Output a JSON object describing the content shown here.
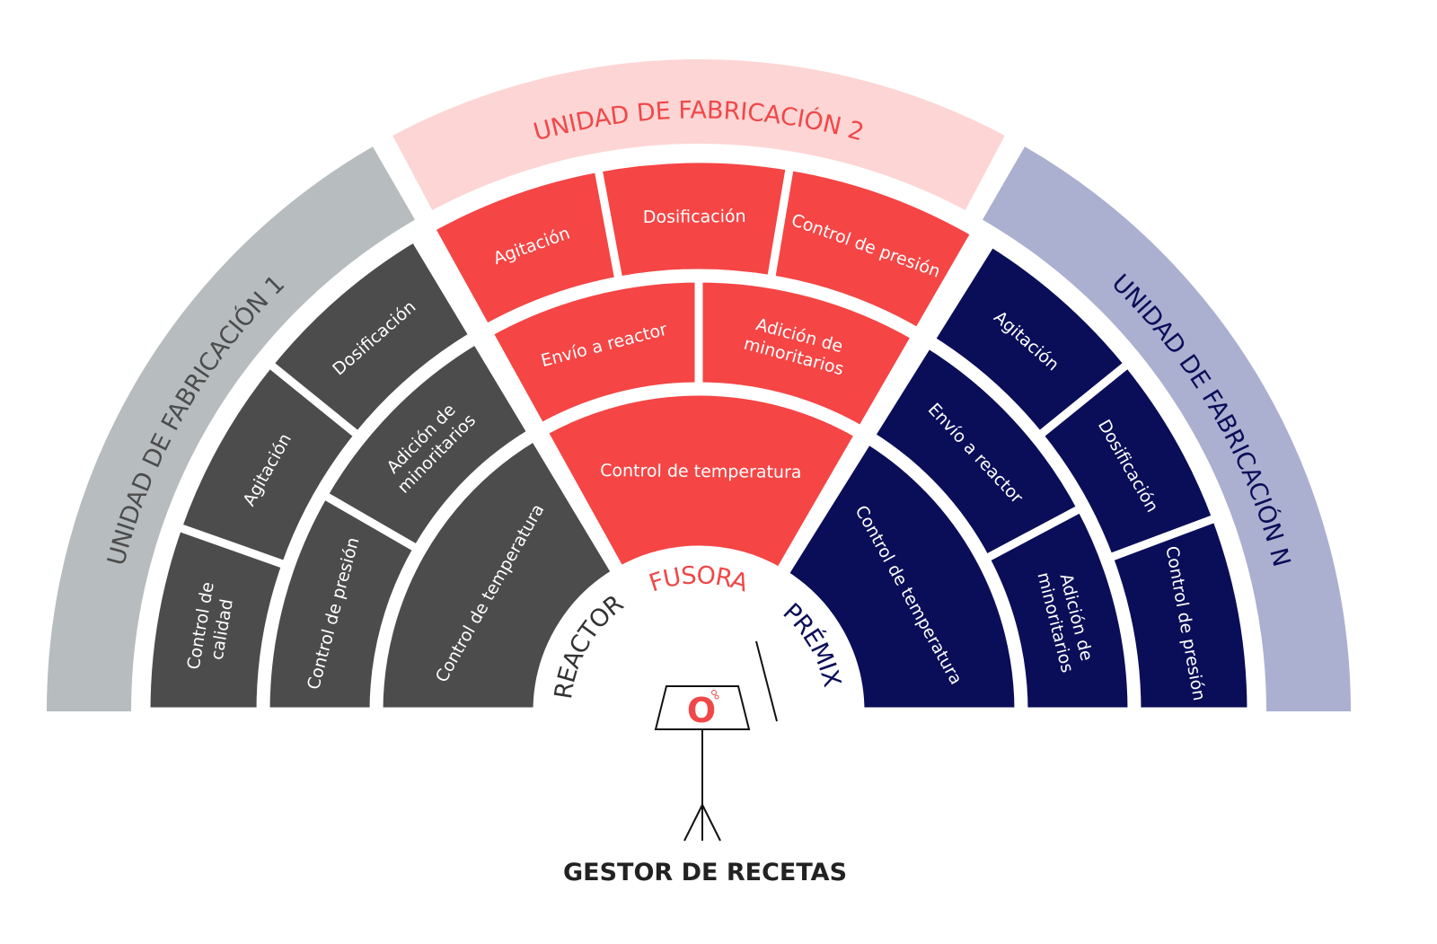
{
  "units": [
    {
      "band_label": "UNIDAD DE FABRICACIÓN 1",
      "colors": {
        "band": "#b7bcbe",
        "tile": "#4c4c4c",
        "band_text": "#4c4c4c"
      },
      "tiles": [
        {
          "lines": [
            "Control de",
            "calidad"
          ]
        },
        {
          "lines": [
            "Agitación"
          ]
        },
        {
          "lines": [
            "Dosificación"
          ]
        },
        {
          "lines": [
            "Control de presión"
          ]
        },
        {
          "lines": [
            "Adición de",
            "minoritarios"
          ]
        },
        {
          "lines": [
            "Control de temperatura"
          ]
        }
      ]
    },
    {
      "band_label": "UNIDAD DE FABRICACIÓN 2",
      "colors": {
        "band": "#fdd5d5",
        "tile": "#f54545",
        "band_text": "#f04848"
      },
      "tiles": [
        {
          "lines": [
            "Agitación"
          ]
        },
        {
          "lines": [
            "Dosificación"
          ]
        },
        {
          "lines": [
            "Control de presión"
          ]
        },
        {
          "lines": [
            "Envío a reactor"
          ]
        },
        {
          "lines": [
            "Adición de",
            "minoritarios"
          ]
        },
        {
          "lines": [
            "Control de temperatura"
          ]
        }
      ]
    },
    {
      "band_label": "UNIDAD DE FABRICACIÓN N",
      "colors": {
        "band": "#abb0d1",
        "tile": "#0a0e58",
        "band_text": "#0a0e58"
      },
      "tiles": [
        {
          "lines": [
            "Agitación"
          ]
        },
        {
          "lines": [
            "Dosificación"
          ]
        },
        {
          "lines": [
            "Control de presión"
          ]
        },
        {
          "lines": [
            "Envío a reactor"
          ]
        },
        {
          "lines": [
            "Adición de",
            "minoritarios"
          ]
        },
        {
          "lines": [
            "Control de temperatura"
          ]
        }
      ]
    }
  ],
  "stations": {
    "reactor": {
      "label": "REACTOR",
      "color": "#333333"
    },
    "fusora": {
      "label": "FUSORA",
      "color": "#f04848"
    },
    "premix": {
      "label": "PRÉMIX",
      "color": "#0a0e58"
    }
  },
  "footer": {
    "title": "GESTOR DE RECETAS"
  },
  "logo": {
    "letter": "O",
    "color": "#f04848"
  }
}
